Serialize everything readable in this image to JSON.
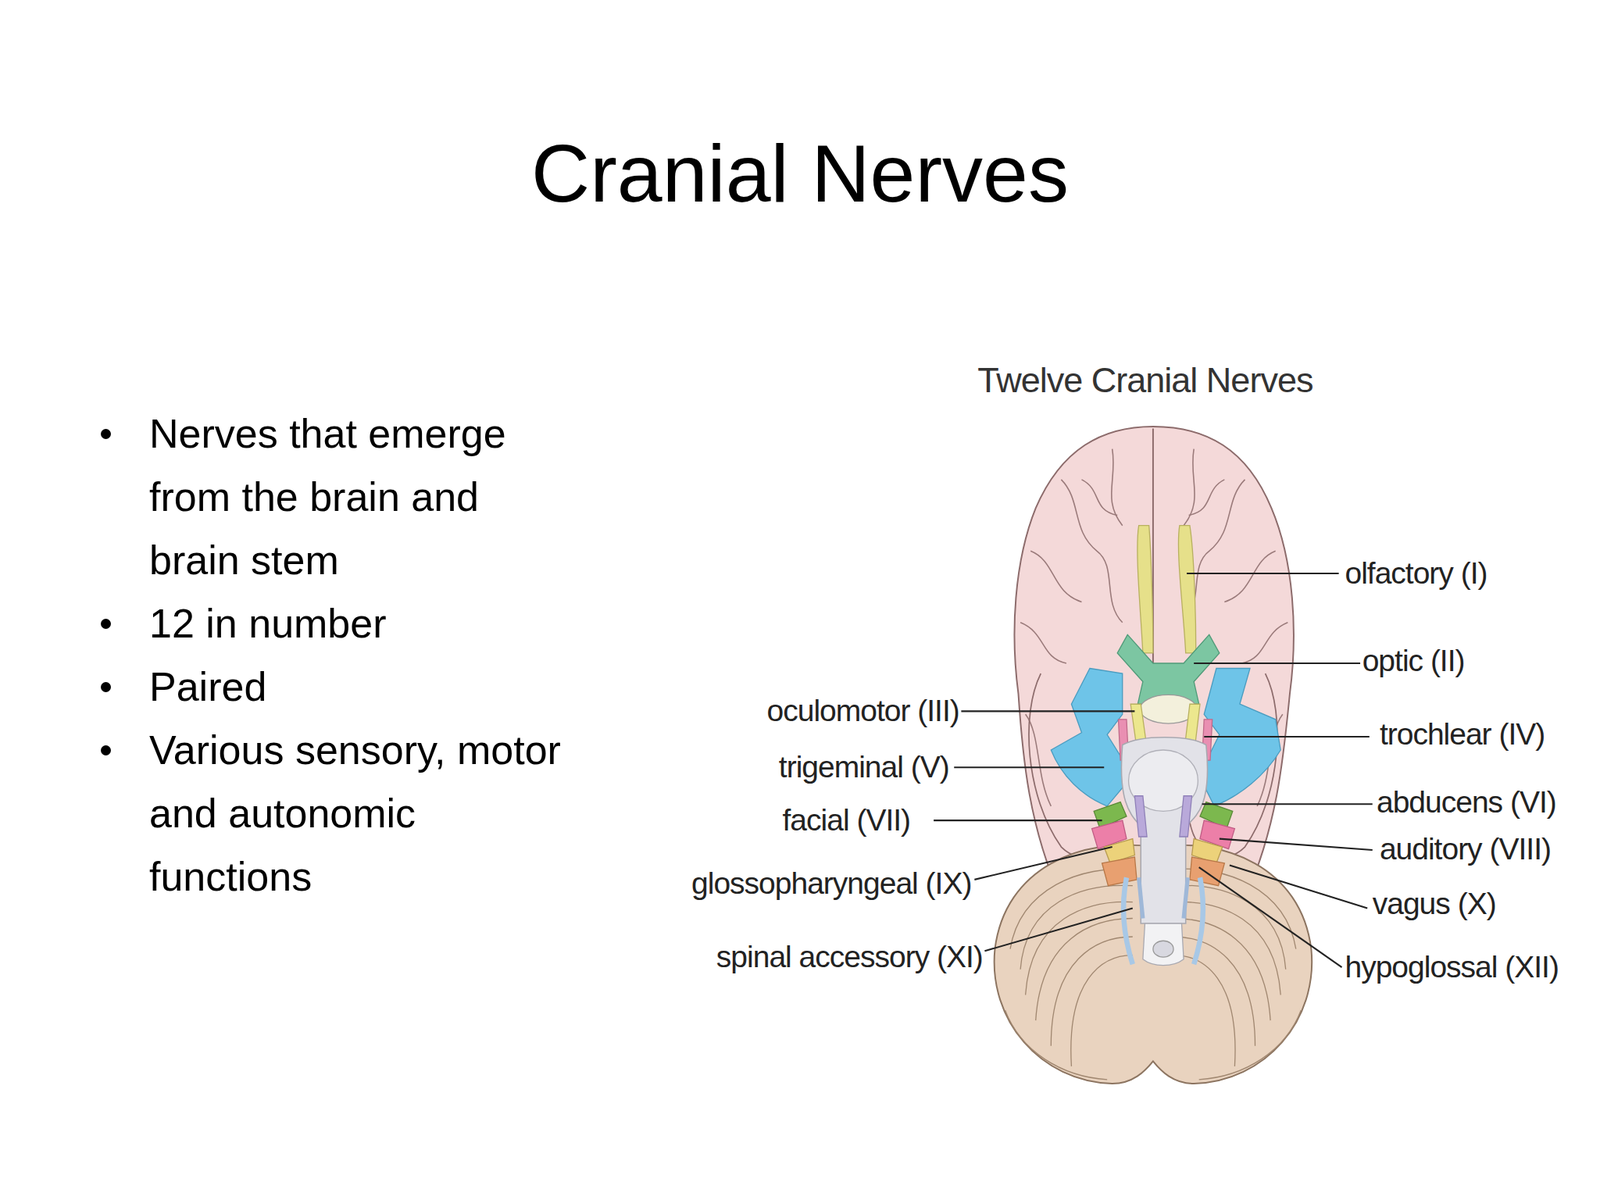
{
  "diagram": {
    "title": "Cranial Nerves",
    "labels": [
      "Nerves that emerge from the brain and brain stem",
      "12 in number",
      "Paired",
      "Various sensory, motor and autonomic functions",
      "Twelve Cranial Nerves",
      "olfactory (I)",
      "optic (II)",
      "oculomotor (III)",
      "trochlear (IV)",
      "trigeminal (V)",
      "abducens (VI)",
      "facial (VII)",
      "auditory (VIII)",
      "glossopharyngeal (IX)",
      "vagus (X)",
      "spinal accessory (XI)",
      "hypoglossal (XII)"
    ]
  }
}
